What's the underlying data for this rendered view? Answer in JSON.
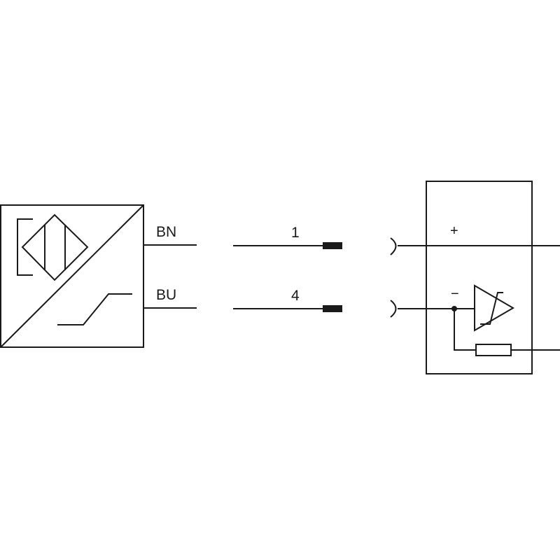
{
  "sensor": {
    "wires": [
      {
        "color_code": "BN"
      },
      {
        "color_code": "BU"
      }
    ]
  },
  "connector": {
    "pins": [
      {
        "number": "1"
      },
      {
        "number": "4"
      }
    ]
  },
  "amplifier": {
    "terminals": [
      {
        "sign": "+"
      },
      {
        "sign": "−"
      }
    ]
  },
  "colors": {
    "line": "#1a1a1a",
    "background": "#ffffff"
  },
  "icons": [
    "inductive-sensor-icon",
    "switching-characteristic-icon",
    "schmitt-trigger-icon",
    "resistor-icon",
    "socket-contact-icon",
    "plug-pin-icon"
  ]
}
